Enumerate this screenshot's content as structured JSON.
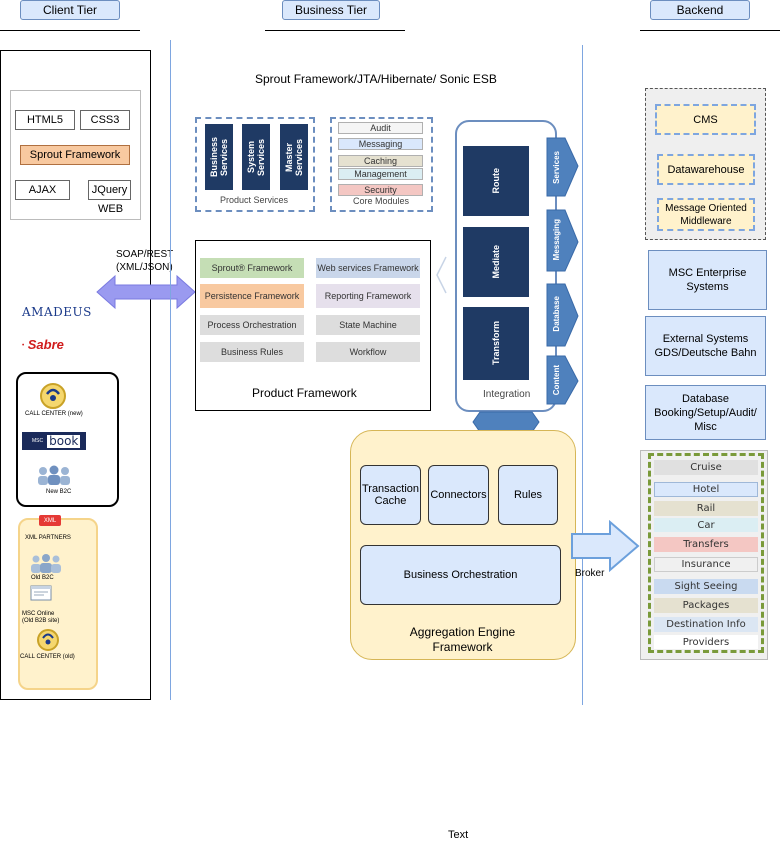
{
  "tiers": {
    "client": "Client Tier",
    "business": "Business Tier",
    "backend": "Backend"
  },
  "client": {
    "web_tags": [
      "HTML5",
      "CSS3",
      "Sprout Framework",
      "AJAX",
      "JQuery"
    ],
    "web_label": "WEB",
    "amadeus": "AMADEUS",
    "sabre": "Sabre",
    "call_center_new": "CALL CENTER (new)",
    "msc_book_prefix": "MSC",
    "msc_book": "book",
    "new_b2c": "New B2C",
    "xml_badge": "XML",
    "xml_partners": "XML PARTNERS",
    "old_b2c": "Old B2C",
    "msc_online": "MSC Online\n(Old B2B site)",
    "call_center_old": "CALL CENTER (old)"
  },
  "soap_label": "SOAP/REST\n(XML/JSON)",
  "business": {
    "sprout_esb": "Sprout Framework/JTA/Hibernate/ Sonic ESB",
    "product_services": {
      "items": [
        "Business Services",
        "System Services",
        "Master Services"
      ],
      "caption": "Product Services"
    },
    "core_modules": {
      "items": [
        "Audit",
        "Messaging",
        "Caching",
        "Management",
        "Security"
      ],
      "colors": [
        "#f5f5f5",
        "#dae8fc",
        "#e5e1d0",
        "#dbeef3",
        "#f4c7c3"
      ],
      "caption": "Core Modules"
    },
    "product_framework": {
      "cells": [
        "Sprout® Framework",
        "Web services Framework",
        "Persistence Framework",
        "Reporting Framework",
        "Process Orchestration",
        "State Machine",
        "Business Rules",
        "Workflow"
      ],
      "colors": [
        "#c5deb5",
        "#c9d6ea",
        "#f8c9a0",
        "#e6e0ec",
        "#dddddd",
        "#dddddd",
        "#dddddd",
        "#dddddd"
      ],
      "title": "Product Framework"
    },
    "integration": {
      "stages": [
        "Route",
        "Mediate",
        "Transform"
      ],
      "arrows": [
        "Services",
        "Messaging",
        "Database",
        "Content"
      ],
      "caption": "Integration"
    },
    "aggregation": {
      "boxes": [
        "Transaction Cache",
        "Connectors",
        "Rules"
      ],
      "orchestration": "Business Orchestration",
      "title": "Aggregation Engine\nFramework"
    },
    "broker": "Broker"
  },
  "backend": {
    "top_items": [
      "CMS",
      "Datawarehouse",
      "Message Oriented Middleware"
    ],
    "msc_enterprise": "MSC Enterprise\nSystems",
    "external": "External Systems\nGDS/Deutsche Bahn",
    "database": "Database\nBooking/Setup/Audit/\nMisc",
    "providers": [
      "Cruise",
      "Hotel",
      "Rail",
      "Car",
      "Transfers",
      "Insurance",
      "Sight Seeing",
      "Packages",
      "Destination Info",
      "Providers"
    ],
    "provider_colors": [
      "#e0e0e0",
      "#dae8fc",
      "#e5e1d0",
      "#dbeef3",
      "#f4c7c3",
      "#f0f0f0",
      "#c9daf0",
      "#e5e1d0",
      "#dbe6f3",
      "#ffffff"
    ]
  },
  "footer_text": "Text"
}
